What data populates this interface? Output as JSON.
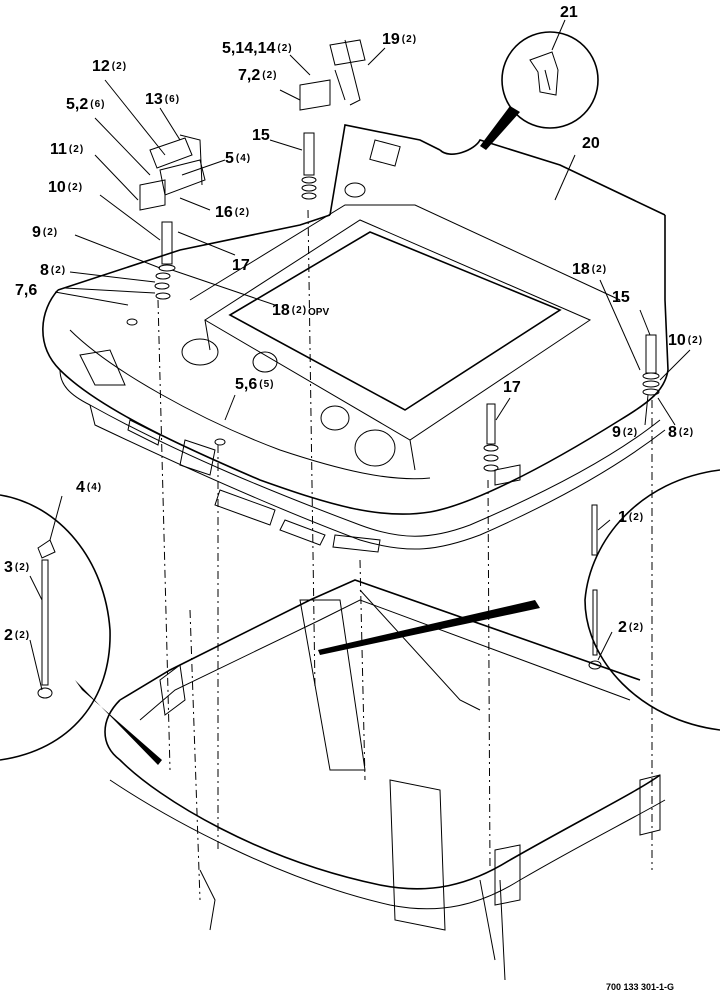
{
  "labels": [
    {
      "id": "21",
      "main": "21",
      "qty": ""
    },
    {
      "id": "20",
      "main": "20",
      "qty": ""
    },
    {
      "id": "19",
      "main": "19",
      "qty": "(2)"
    },
    {
      "id": "5-14-14",
      "main": "5,14,14",
      "qty": "(2)"
    },
    {
      "id": "7-2-top",
      "main": "7,2",
      "qty": "(2)"
    },
    {
      "id": "15-top",
      "main": "15",
      "qty": ""
    },
    {
      "id": "12",
      "main": "12",
      "qty": "(2)"
    },
    {
      "id": "13",
      "main": "13",
      "qty": "(6)"
    },
    {
      "id": "5-2",
      "main": "5,2",
      "qty": "(6)"
    },
    {
      "id": "11",
      "main": "11",
      "qty": "(2)"
    },
    {
      "id": "5-4",
      "main": "5",
      "qty": "(4)"
    },
    {
      "id": "10-left",
      "main": "10",
      "qty": "(2)"
    },
    {
      "id": "16",
      "main": "16",
      "qty": "(2)"
    },
    {
      "id": "9-left",
      "main": "9",
      "qty": "(2)"
    },
    {
      "id": "17-left",
      "main": "17",
      "qty": ""
    },
    {
      "id": "8-left",
      "main": "8",
      "qty": "(2)"
    },
    {
      "id": "7-6",
      "main": "7,6",
      "qty": ""
    },
    {
      "id": "18-opv",
      "main": "18",
      "qty": "(2)",
      "suffix": "OPV"
    },
    {
      "id": "18-right",
      "main": "18",
      "qty": "(2)"
    },
    {
      "id": "15-right",
      "main": "15",
      "qty": ""
    },
    {
      "id": "10-right",
      "main": "10",
      "qty": "(2)"
    },
    {
      "id": "5-6",
      "main": "5,6",
      "qty": "(5)"
    },
    {
      "id": "17-right",
      "main": "17",
      "qty": ""
    },
    {
      "id": "9-right",
      "main": "9",
      "qty": "(2)"
    },
    {
      "id": "8-right",
      "main": "8",
      "qty": "(2)"
    },
    {
      "id": "4",
      "main": "4",
      "qty": "(4)"
    },
    {
      "id": "3",
      "main": "3",
      "qty": "(2)"
    },
    {
      "id": "2-left",
      "main": "2",
      "qty": "(2)"
    },
    {
      "id": "1",
      "main": "1",
      "qty": "(2)"
    },
    {
      "id": "2-right",
      "main": "2",
      "qty": "(2)"
    }
  ],
  "drawing_code": "700 133 301-1-G"
}
